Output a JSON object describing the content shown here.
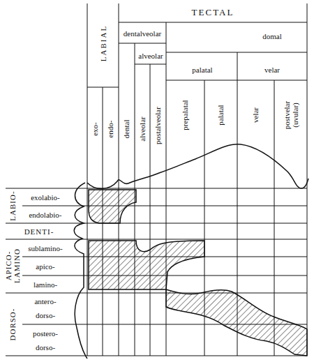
{
  "diagram": {
    "labels": [
      "TECTAL",
      "LABIAL",
      "dentalveolar",
      "domal",
      "alveolar",
      "palatal",
      "velar",
      "exo-",
      "endo-",
      "dental",
      "alveolar",
      "postalveolar",
      "prepalatal",
      "palatal",
      "velar",
      "postvelar (uvular)",
      "LABIO-",
      "exolabio-",
      "endolabio-",
      "DENTI-",
      "APICO- LAMINO",
      "sublamino-",
      "apico-",
      "lamino-",
      "DORSO-",
      "antero-",
      "dorso-",
      "postero-",
      "dorso-"
    ]
  }
}
